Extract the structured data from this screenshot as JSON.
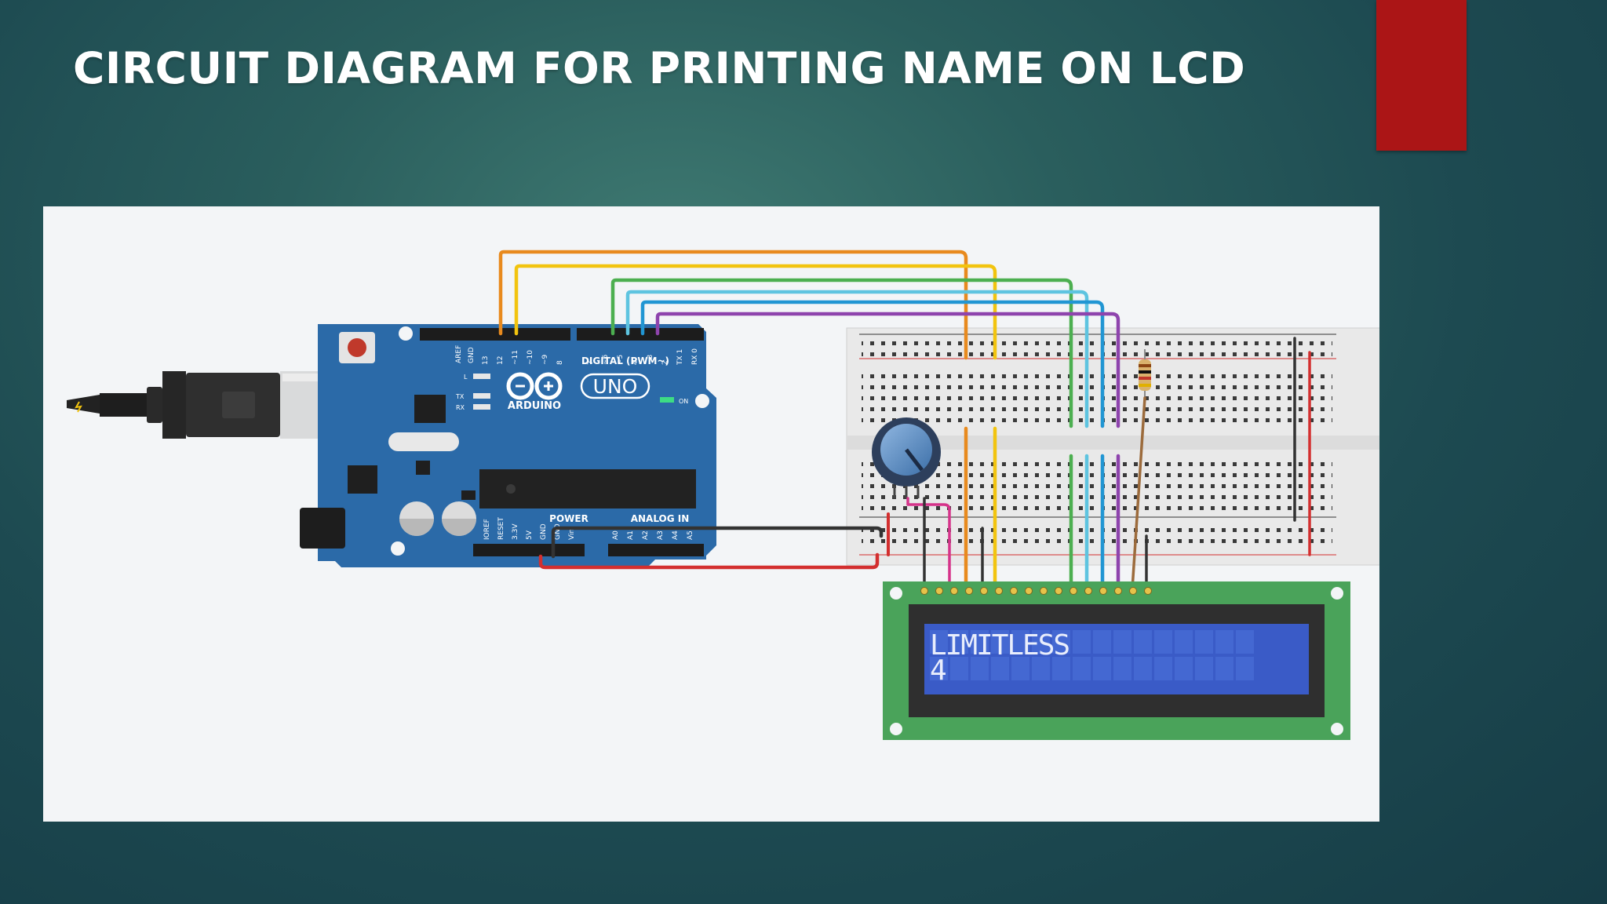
{
  "slide": {
    "title": "CIRCUIT DIAGRAM FOR PRINTING NAME ON LCD"
  },
  "arduino": {
    "brand": "ARDUINO",
    "model": "UNO",
    "digital_label": "DIGITAL (PWM~)",
    "power_label": "POWER",
    "analog_label": "ANALOG IN",
    "on_label": "ON",
    "l_label": "L",
    "tx_label": "TX",
    "rx_label": "RX",
    "aref_label": "AREF",
    "gnd_label": "GND",
    "digital_pins": [
      "13",
      "12",
      "~11",
      "~10",
      "~9",
      "8",
      "7",
      "~6",
      "~5",
      "4",
      "~3",
      "2",
      "TX 1",
      "RX 0"
    ],
    "power_pins": [
      "IOREF",
      "RESET",
      "3.3V",
      "5V",
      "GND",
      "GND",
      "Vin"
    ],
    "analog_pins": [
      "A0",
      "A1",
      "A2",
      "A3",
      "A4",
      "A5"
    ]
  },
  "lcd": {
    "line1": "LIMITLESS",
    "line2": "4"
  },
  "colors": {
    "orange_wire": "#e88a1e",
    "yellow_wire": "#f2c40f",
    "green_wire": "#4caf50",
    "light_blue_wire": "#5ec4e0",
    "blue_wire": "#2196d3",
    "purple_wire": "#8e44ad",
    "red_wire": "#d32f2f",
    "black_wire": "#333333",
    "arduino_board": "#2b6aa8",
    "lcd_pcb": "#4aa35a",
    "lcd_screen": "#3a5bc7",
    "accent": "#ab1516"
  }
}
